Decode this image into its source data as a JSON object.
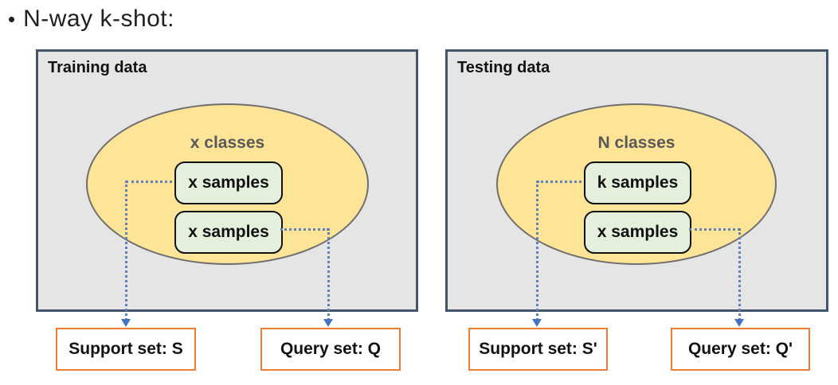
{
  "title": {
    "bullet": "•",
    "text": "N-way k-shot:"
  },
  "colors": {
    "panel_fill": "#e5e5e5",
    "panel_border": "#44546a",
    "ellipse_fill": "#fde496",
    "ellipse_border": "#6e6e6e",
    "class_label_text": "#595959",
    "sample_fill": "#e4f0dc",
    "sample_border": "#111111",
    "set_box_border": "#ed7d31",
    "connector_dotted": "#6080b8",
    "arrowhead": "#4472c4"
  },
  "panels": [
    {
      "label": "Training data",
      "ellipse_label": "x classes",
      "samples": [
        "x samples",
        "x samples"
      ],
      "support_box": "Support set: S",
      "query_box": "Query set: Q"
    },
    {
      "label": "Testing data",
      "ellipse_label": "N classes",
      "samples": [
        "k samples",
        "x samples"
      ],
      "support_box": "Support set: S'",
      "query_box": "Query set: Q'"
    }
  ]
}
